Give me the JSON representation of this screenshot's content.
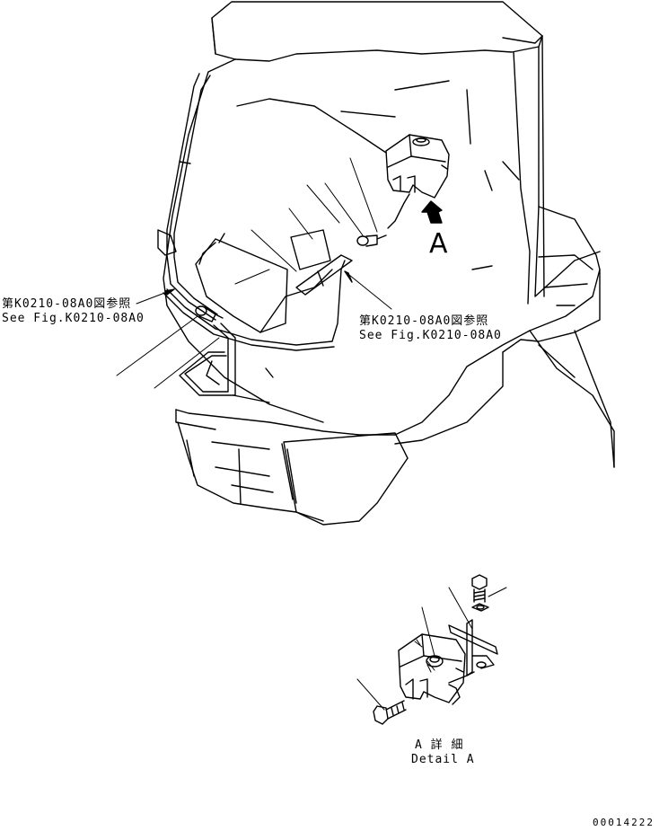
{
  "callouts": {
    "left_ref_jp": "第K0210-08A0図参照",
    "left_ref_en": "See Fig.K0210-08A0",
    "right_ref_jp": "第K0210-08A0図参照",
    "right_ref_en": "See Fig.K0210-08A0",
    "view_letter": "A"
  },
  "detail": {
    "title_jp": "A 詳 細",
    "title_en": "Detail A"
  },
  "drawing_number": "00014222",
  "colors": {
    "ink": "#000000",
    "paper": "#ffffff"
  }
}
